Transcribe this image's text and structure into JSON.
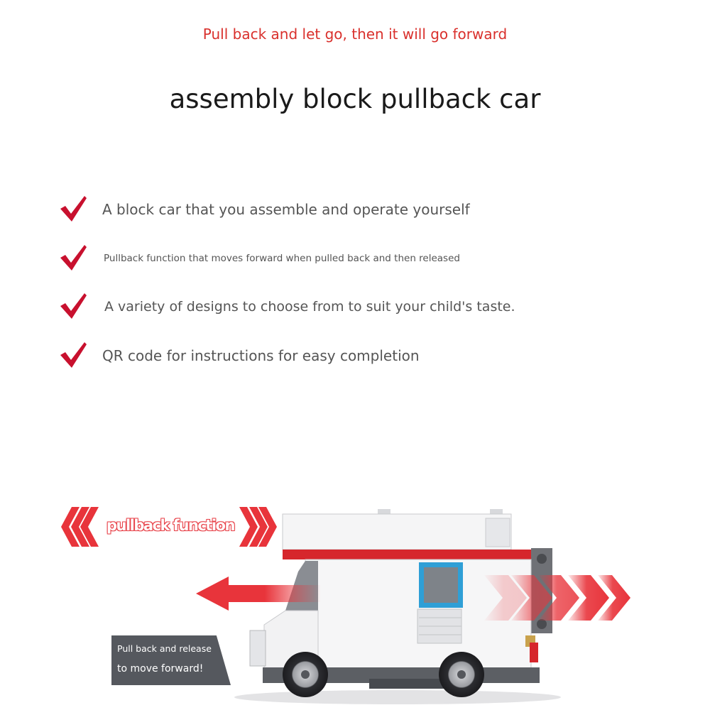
{
  "header": {
    "subtitle": "Pull back and let go, then it will go forward",
    "title": "assembly block pullback car"
  },
  "features": [
    {
      "text": "A block car that you assemble and operate yourself",
      "icon": "check-icon"
    },
    {
      "text": "Pullback function that moves forward when pulled back and then released",
      "icon": "check-icon"
    },
    {
      "text": "A variety of designs to choose from to suit your child's taste.",
      "icon": "check-icon"
    },
    {
      "text": "QR code for instructions for easy completion",
      "icon": "check-icon"
    }
  ],
  "pullback": {
    "label": "pullback function",
    "callout_line1": "Pull back and release",
    "callout_line2": "to move forward!"
  },
  "colors": {
    "accent_red": "#d9302c",
    "check_red": "#c8102e",
    "text_gray": "#555555",
    "callout_bg": "#55585e"
  }
}
